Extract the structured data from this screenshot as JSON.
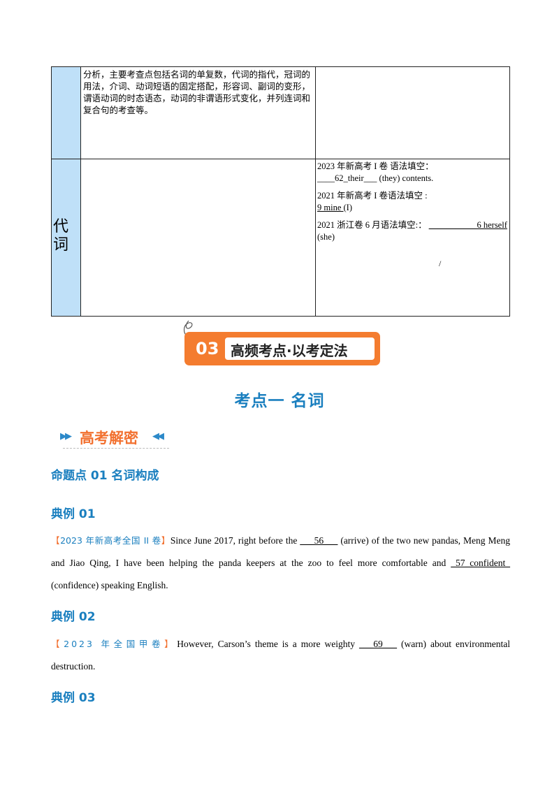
{
  "table": {
    "row1": {
      "description": "分析，主要考查点包括名词的单复数，代词的指代，冠词的用法，介词、动词短语的固定搭配，形容词、副词的变形，谓语动词的时态语态，动词的非谓语形式变化，并列连词和复合句的考查等。",
      "right": ""
    },
    "row2": {
      "label": "代词",
      "examples": [
        {
          "source": "2023 年新高考 I 卷  语法填空：",
          "answer": "____62_their___",
          "tail": " (they) contents."
        },
        {
          "source": "2021 年新高考 I 卷语法填空    :",
          "answer": "9 mine   ",
          "tail": "  (I)"
        },
        {
          "source": "2021 浙江卷 6 月语法填空:：",
          "answer": "___________6 herself   ",
          "tail": "  (she)"
        }
      ],
      "slash": "/"
    }
  },
  "banner": {
    "number": "03",
    "title": "高频考点·以考定法"
  },
  "section_title": "考点一  名词",
  "secret_tag": {
    "left_arrows": "▶▶",
    "text": "高考解密",
    "right_arrows": "◀◀"
  },
  "point_heading": "命题点 01  名词构成",
  "examples": [
    {
      "heading": "典例 01",
      "tag_open": "【",
      "tag": "2023 年新高考全国 II 卷",
      "tag_close": "】",
      "pre": "Since June 2017, right before the ",
      "blank1": "___56___",
      "mid": " (arrive) of the two new pandas, Meng Meng and Jiao Qing, I have been helping the panda keepers at the zoo to feel more comfortable and ",
      "blank2": "_57_confident_",
      "post": " (confidence) speaking English."
    },
    {
      "heading": "典例 02",
      "tag_open": "【",
      "tag": "2023 年全国甲卷",
      "tag_close": "】",
      "pre": "However, Carson’s theme is a more weighty ",
      "blank1": "___69___",
      "post": " (warn) about environmental destruction."
    },
    {
      "heading": "典例 03"
    }
  ],
  "colors": {
    "accent_blue": "#1a7fbf",
    "accent_orange": "#f47c2f",
    "side_cell": "#bfe0f8"
  }
}
